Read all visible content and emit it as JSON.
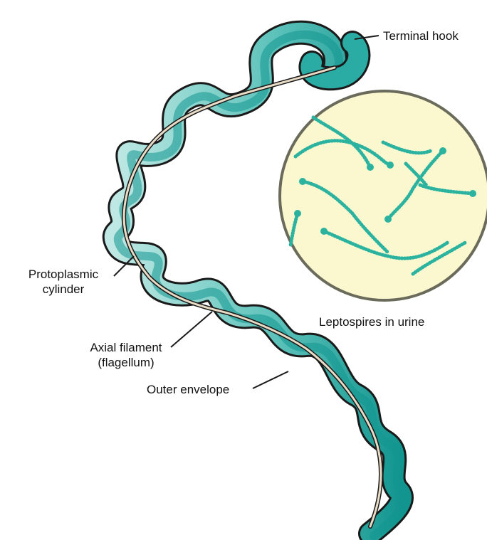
{
  "labels": {
    "terminal_hook": "Terminal hook",
    "protoplasmic_1": "Protoplasmic",
    "protoplasmic_2": "cylinder",
    "axial_1": "Axial filament",
    "axial_2": "(flagellum)",
    "outer_envelope": "Outer envelope",
    "urine": "Leptospires in urine"
  },
  "colors": {
    "body_dark": "#12958f",
    "body_light": "#bfe8e4",
    "outline": "#1a1a1a",
    "filament": "#e9dcc6",
    "circle_fill": "#fbf8cf",
    "circle_border": "#6b6b5c",
    "leptospire": "#2bb3a0"
  }
}
